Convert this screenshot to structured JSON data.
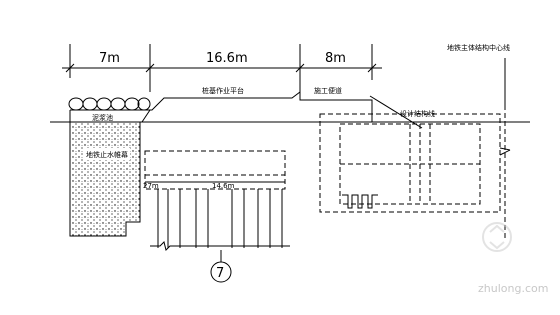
{
  "dimensions": {
    "left": "7m",
    "middle": "16.6m",
    "right": "8m"
  },
  "labels": {
    "metro_centerline": "地铁主体结构中心线",
    "pile_platform": "桩基作业平台",
    "construction_road": "施工便道",
    "mud_pond": "泥浆池",
    "metro_wall": "地铁止水帷幕",
    "design_line": "设计结构线",
    "pile_left_label": "27m",
    "pile_span_label": "14.6m",
    "axis_number": "7"
  },
  "watermark": "zhulong.com"
}
